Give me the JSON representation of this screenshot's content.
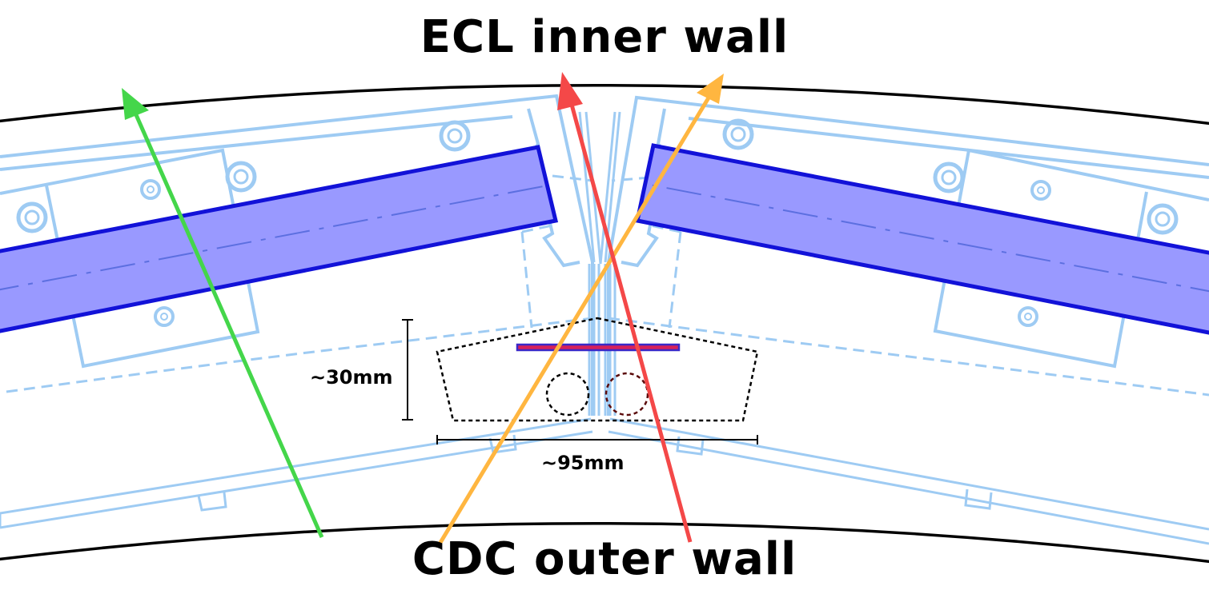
{
  "labels": {
    "top_wall": "ECL inner wall",
    "bottom_wall": "CDC outer wall",
    "height_dim": "~30mm",
    "width_dim": "~95mm"
  },
  "colors": {
    "module_outline": "#9ecbf3",
    "crystal_fill": "#9999ff",
    "crystal_border": "#1212d8",
    "track_green": "#44d64a",
    "track_orange": "#ffb640",
    "track_red": "#f44848",
    "plate_magenta": "#d6205a",
    "plate_blue": "#3a28c8"
  },
  "icons": [
    "bolt-icon",
    "arrow-head-icon"
  ]
}
